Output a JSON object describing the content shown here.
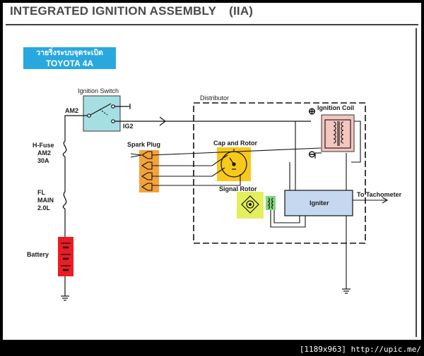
{
  "title": {
    "main": "INTEGRATED IGNITION ASSEMBLY",
    "suffix": "(IIA)"
  },
  "header_box": {
    "line1": "วายริ่งระบบจุดระเบิด",
    "line2": "TOYOTA 4A"
  },
  "labels": {
    "ignition_switch": "Ignition Switch",
    "am2": "AM2",
    "ig2": "IG2",
    "distributor": "Distributor",
    "ignition_coil": "Ignition Coil",
    "spark_plug": "Spark Plug",
    "cap_and_rotor": "Cap and Rotor",
    "signal_rotor": "Signal Rotor",
    "igniter": "Igniter",
    "to_tachometer": "To Tachometer",
    "hfuse_1": "H-Fuse",
    "hfuse_2": "AM2",
    "hfuse_3": "30A",
    "fl_1": "FL",
    "fl_2": "MAIN",
    "fl_3": "2.0L",
    "battery": "Battery",
    "plus_sign": "⊕",
    "minus_sign": "⊖"
  },
  "colors": {
    "ignition_switch_fill": "#a6dfe3",
    "ignition_coil_fill": "#f4c6c0",
    "spark_plug_fill": "#f3a23c",
    "cap_rotor_fill": "#f8c81a",
    "signal_rotor_fill": "#e3ef5c",
    "pickup_coil_fill": "#7fd67a",
    "igniter_fill": "#c6d8ef",
    "battery_fill": "#ea1c24",
    "header_box_fill": "#29a8e0"
  },
  "footer": "[1189x963] http://upic.me/"
}
